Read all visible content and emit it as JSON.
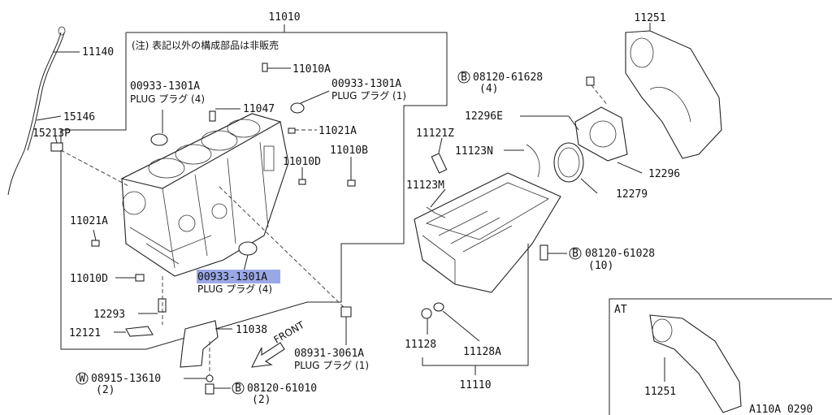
{
  "notice": "(注) 表記以外の構成部品は非販売",
  "inset": {
    "title": "AT",
    "part": "11251"
  },
  "front_label": "FRONT",
  "diagram_code": "A110A 0290",
  "highlight_color": "#9aa8e6",
  "labels": {
    "p11010": "11010",
    "p11140": "11140",
    "p15146": "15146",
    "p15213P": "15213P",
    "p11010A": "11010A",
    "plug4_num": "00933-1301A",
    "plug4_txt": "PLUG プラグ (4)",
    "plug1_num": "00933-1301A",
    "plug1_txt": "PLUG プラグ (1)",
    "p11047": "11047",
    "p11021A_top": "11021A",
    "p11010B": "11010B",
    "p11010D_top": "11010D",
    "p11021A_left": "11021A",
    "p11010D_left": "11010D",
    "plug_hl_num": "00933-1301A",
    "plug_hl_txt": "PLUG プラグ (4)",
    "p12293": "12293",
    "p12121": "12121",
    "p11038": "11038",
    "w_num": "08915-13610",
    "w_qty": "(2)",
    "b_num_bottom": "08120-61010",
    "b_qty_bottom": "(2)",
    "plug_drain_num": "08931-3061A",
    "plug_drain_txt": "PLUG プラグ (1)",
    "p11251": "11251",
    "b_num_top": "08120-61628",
    "b_qty_top": "(4)",
    "p12296E": "12296E",
    "p11121Z": "11121Z",
    "p11123N": "11123N",
    "p12296": "12296",
    "p12279": "12279",
    "p11123M": "11123M",
    "b_num_pan": "08120-61028",
    "b_qty_pan": "(10)",
    "p11128": "11128",
    "p11128A": "11128A",
    "p11110": "11110",
    "circle_B": "B",
    "circle_W": "W"
  }
}
